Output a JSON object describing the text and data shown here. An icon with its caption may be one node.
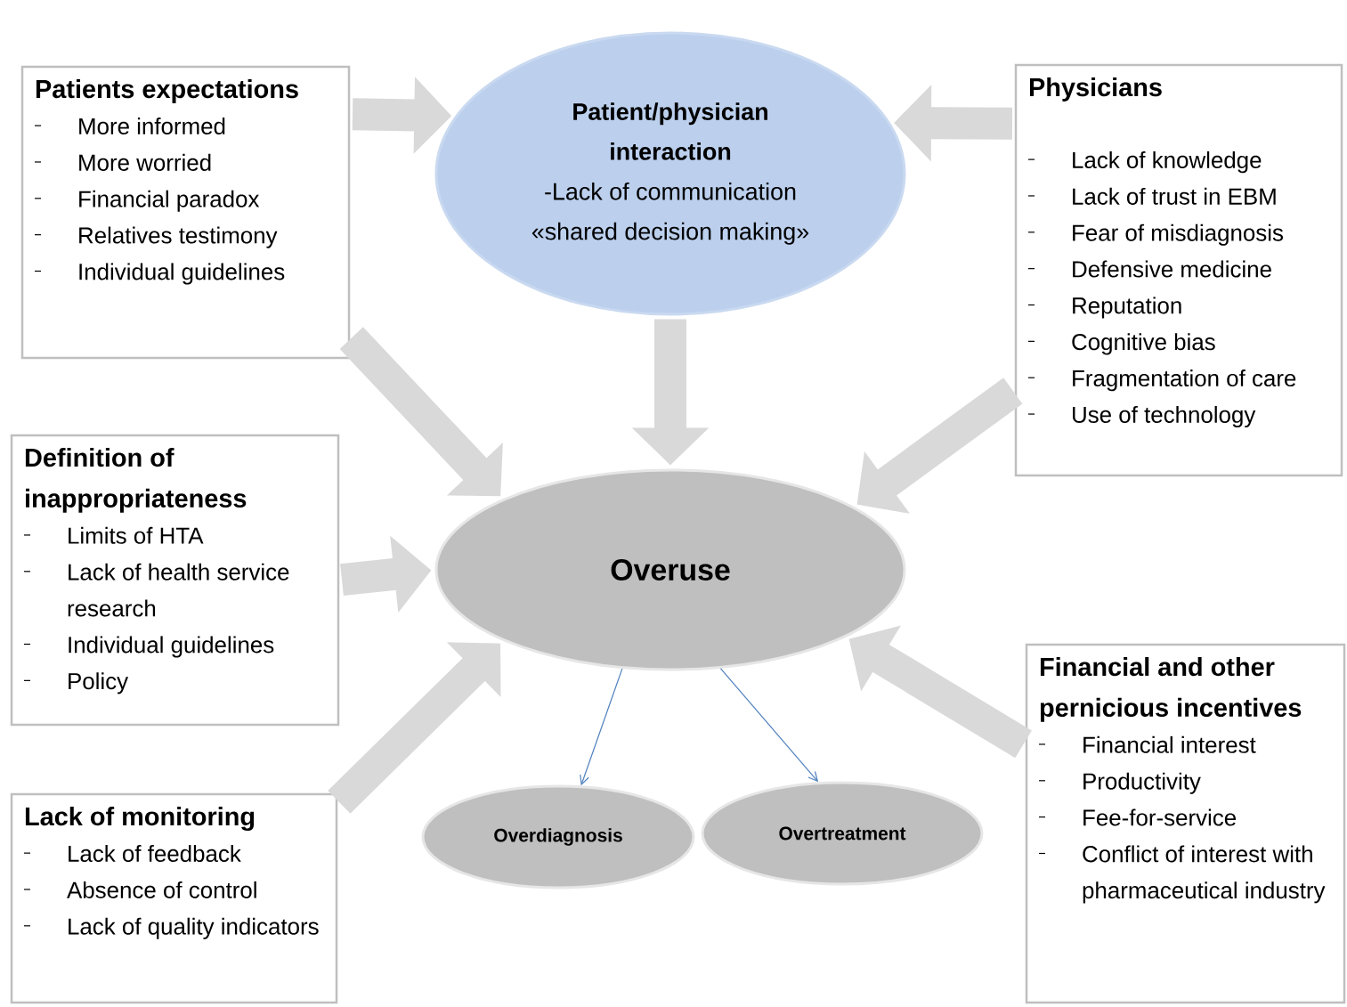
{
  "diagram": {
    "nodes": [
      {
        "text": [
          "Patients expectations",
          "More informed",
          "More worried",
          "Financial paradox",
          "Relatives testimony",
          "Individual guidelines"
        ]
      },
      {
        "text": [
          "Patient/physician interaction",
          "-Lack of communication «shared decision making»"
        ]
      },
      {
        "text": [
          "Physicians",
          "Lack of knowledge",
          "Lack of trust in EBM",
          "Fear of misdiagnosis",
          "Defensive medicine",
          "Reputation",
          "Cognitive bias",
          "Fragmentation of care",
          "Use of technology"
        ]
      },
      {
        "text": [
          "Definition of inappropriateness",
          "Limits of HTA",
          "Lack of health service research",
          "Individual guidelines",
          "Policy"
        ]
      },
      {
        "text": [
          "Overuse"
        ]
      },
      {
        "text": [
          "Financial and other pernicious incentives",
          "Financial interest",
          "Productivity",
          "Fee-for-service",
          "Conflict of interest with pharmaceutical industry"
        ]
      },
      {
        "text": [
          "Lack of monitoring",
          "Lack of feedback",
          "Absence of control",
          "Lack of quality indicators"
        ]
      },
      {
        "text": [
          "Overdiagnosis"
        ]
      },
      {
        "text": [
          "Overtreatment"
        ]
      }
    ],
    "edges": [
      {
        "from": 0,
        "to": 1,
        "arrow": "to"
      },
      {
        "from": 2,
        "to": 1,
        "arrow": "to"
      },
      {
        "from": 0,
        "to": 4,
        "arrow": "to"
      },
      {
        "from": 1,
        "to": 4,
        "arrow": "to"
      },
      {
        "from": 2,
        "to": 4,
        "arrow": "to"
      },
      {
        "from": 3,
        "to": 4,
        "arrow": "to"
      },
      {
        "from": 6,
        "to": 4,
        "arrow": "to"
      },
      {
        "from": 5,
        "to": 4,
        "arrow": "to"
      },
      {
        "from": 4,
        "to": 7,
        "arrow": "to",
        "color": "#4f81bd"
      },
      {
        "from": 4,
        "to": 8,
        "arrow": "to",
        "color": "#4f81bd"
      }
    ]
  }
}
